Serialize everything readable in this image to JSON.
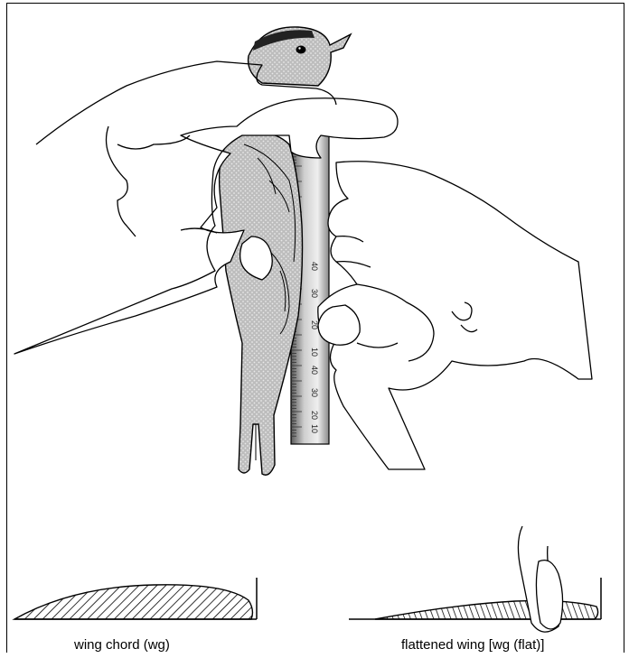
{
  "figure": {
    "ruler_marks": [
      "40",
      "30",
      "20",
      "10",
      "40",
      "30",
      "20",
      "10"
    ],
    "captions": {
      "left": "wing chord (wg)",
      "right": "flattened wing [wg (flat)]"
    }
  }
}
